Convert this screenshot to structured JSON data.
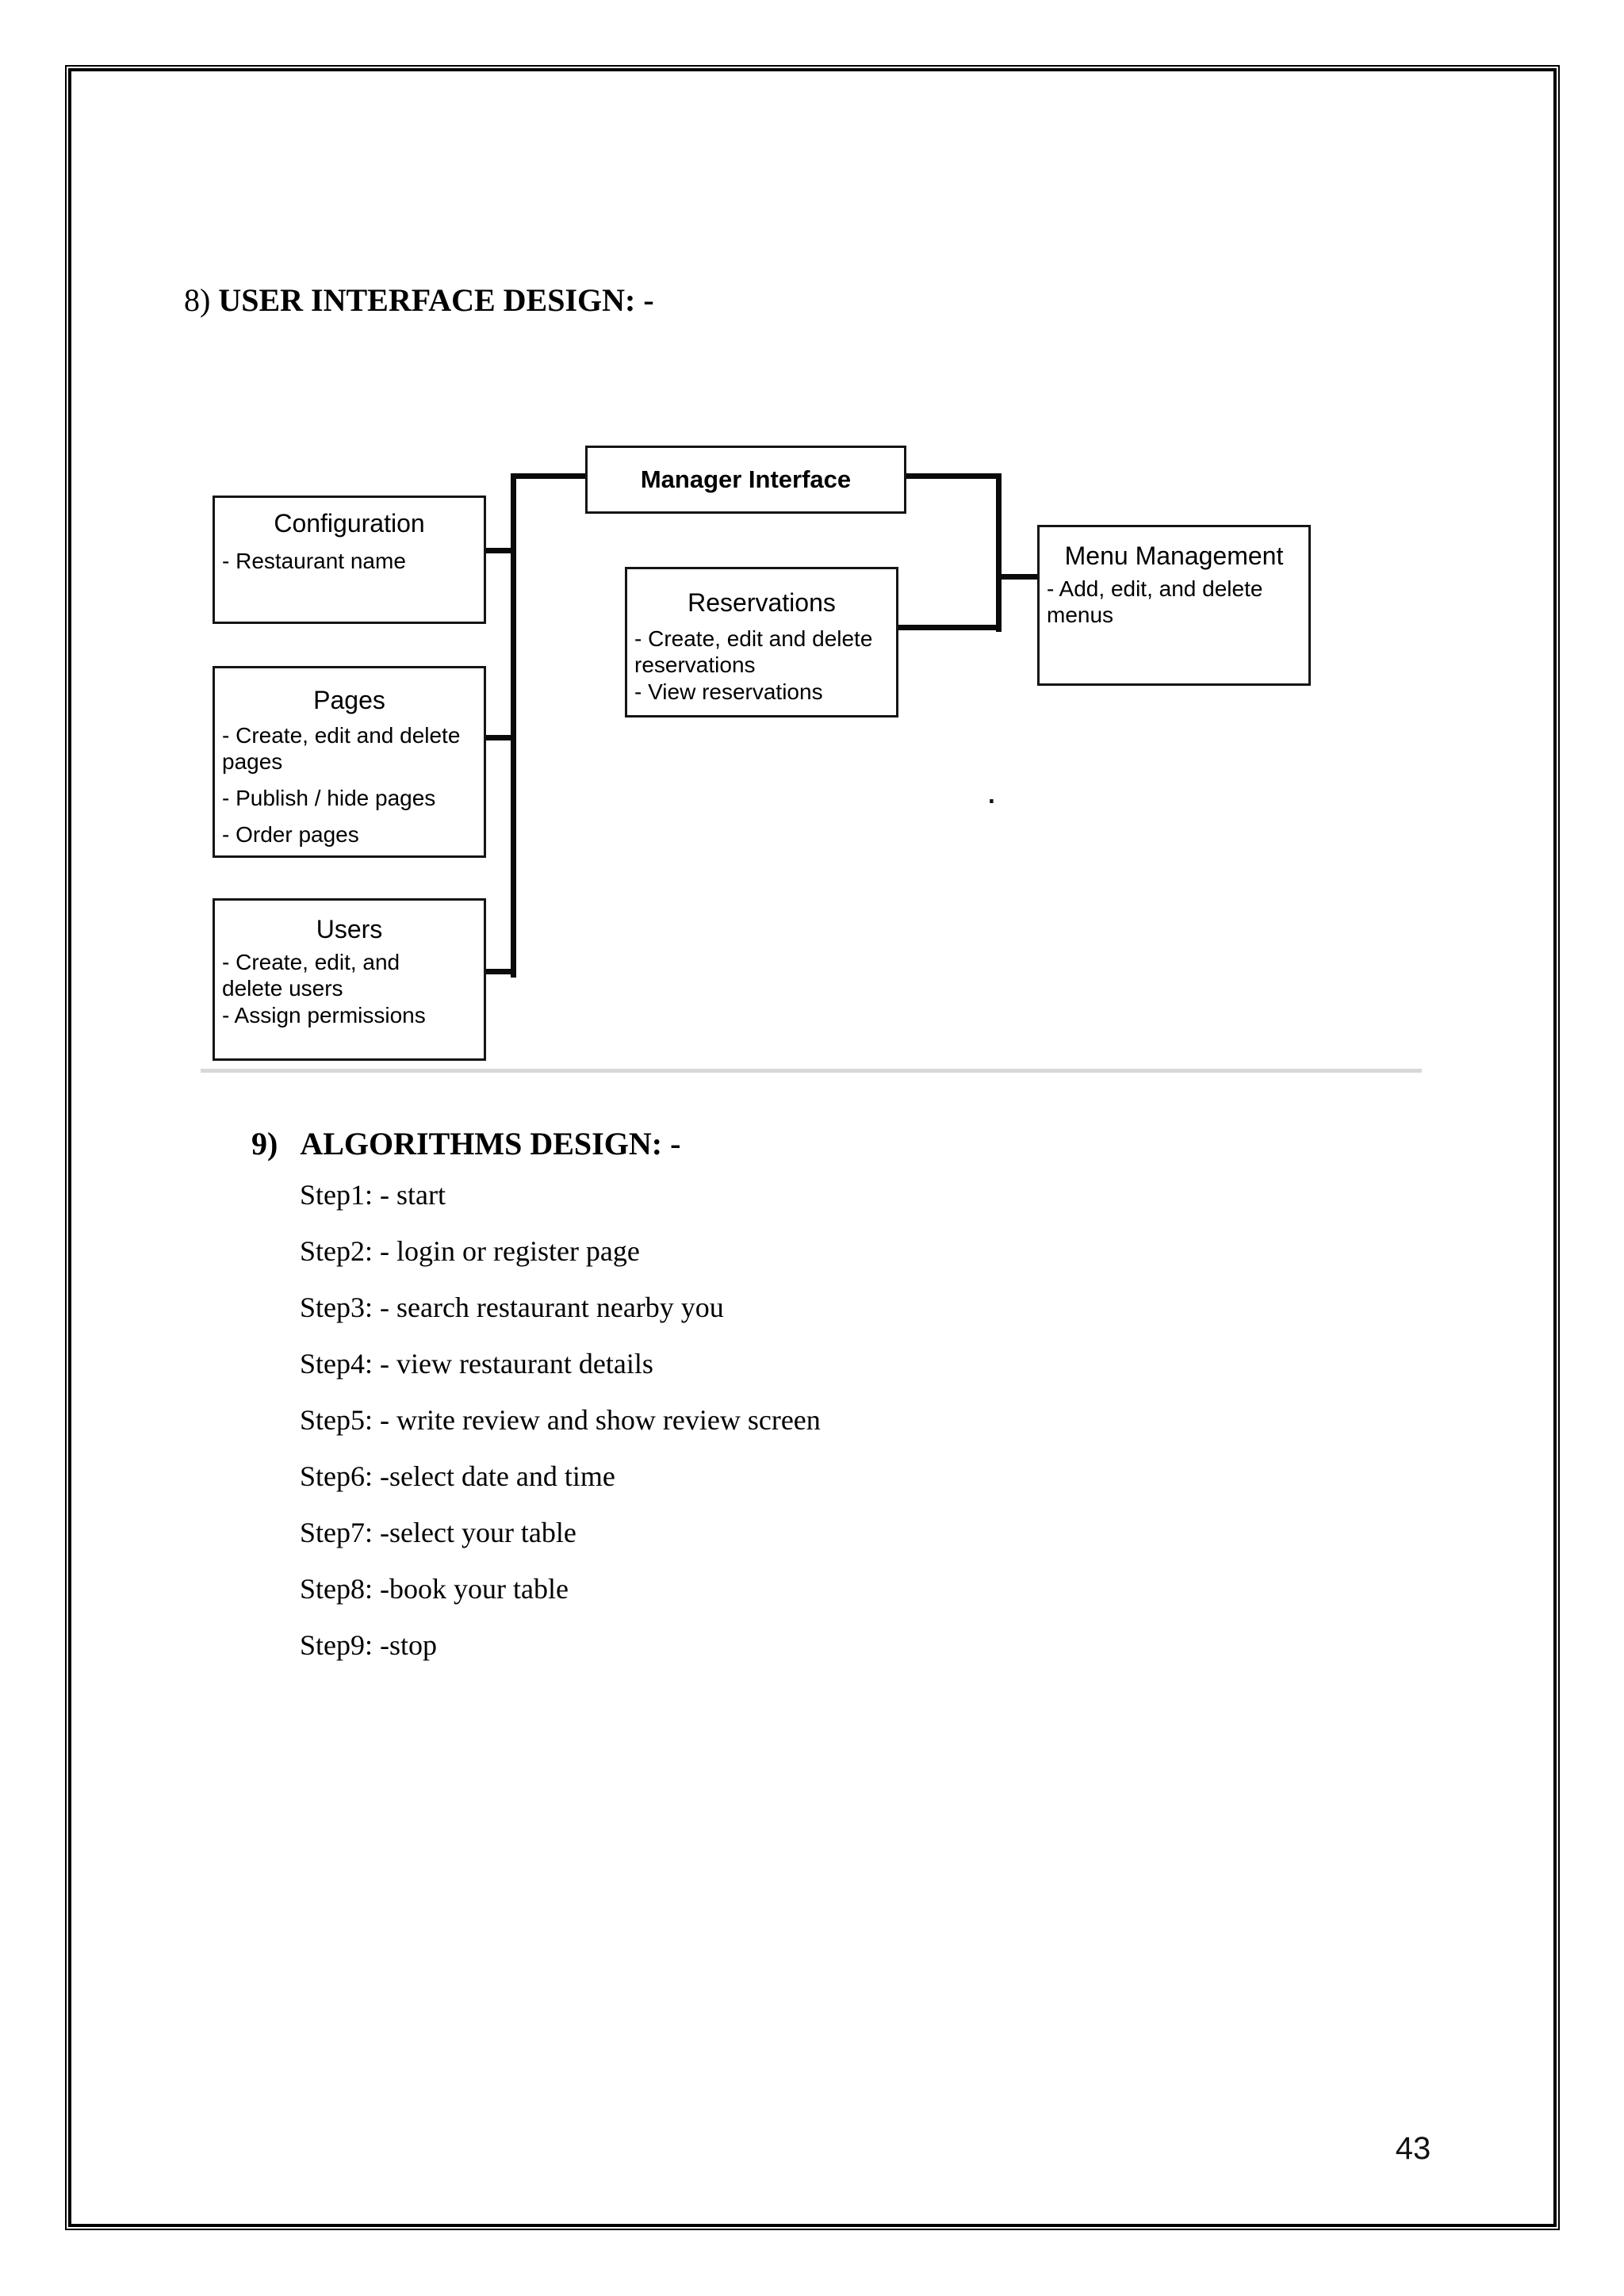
{
  "colors": {
    "page_background": "#ffffff",
    "frame_border": "#000000",
    "diagram_line": "#0a0a0a",
    "divider": "#d8d8d8",
    "text": "#000000"
  },
  "section8": {
    "prefix": "8)",
    "title": "USER INTERFACE DESIGN: -"
  },
  "diagram": {
    "manager": {
      "title": "Manager Interface"
    },
    "configuration": {
      "title": "Configuration",
      "items": [
        "- Restaurant name"
      ]
    },
    "pages": {
      "title": "Pages",
      "items": [
        "- Create, edit and delete pages",
        "- Publish / hide pages",
        "- Order pages"
      ]
    },
    "users": {
      "title": "Users",
      "items": [
        "- Create, edit, and delete users",
        "- Assign permissions"
      ]
    },
    "reservations": {
      "title": "Reservations",
      "items": [
        "- Create, edit and delete reservations",
        "- View reservations"
      ]
    },
    "menu_management": {
      "title": "Menu Management",
      "items": [
        "- Add, edit, and delete menus"
      ]
    },
    "stray_mark": "."
  },
  "section9": {
    "prefix": "9)",
    "title": "ALGORITHMS DESIGN: -",
    "steps": [
      "Step1: - start",
      "Step2: - login or register page",
      "Step3: - search restaurant nearby you",
      "Step4: - view restaurant details",
      "Step5: - write review and show review screen",
      "Step6: -select date and time",
      "Step7: -select your table",
      "Step8: -book your table",
      "Step9: -stop"
    ]
  },
  "page": {
    "number": "43"
  }
}
